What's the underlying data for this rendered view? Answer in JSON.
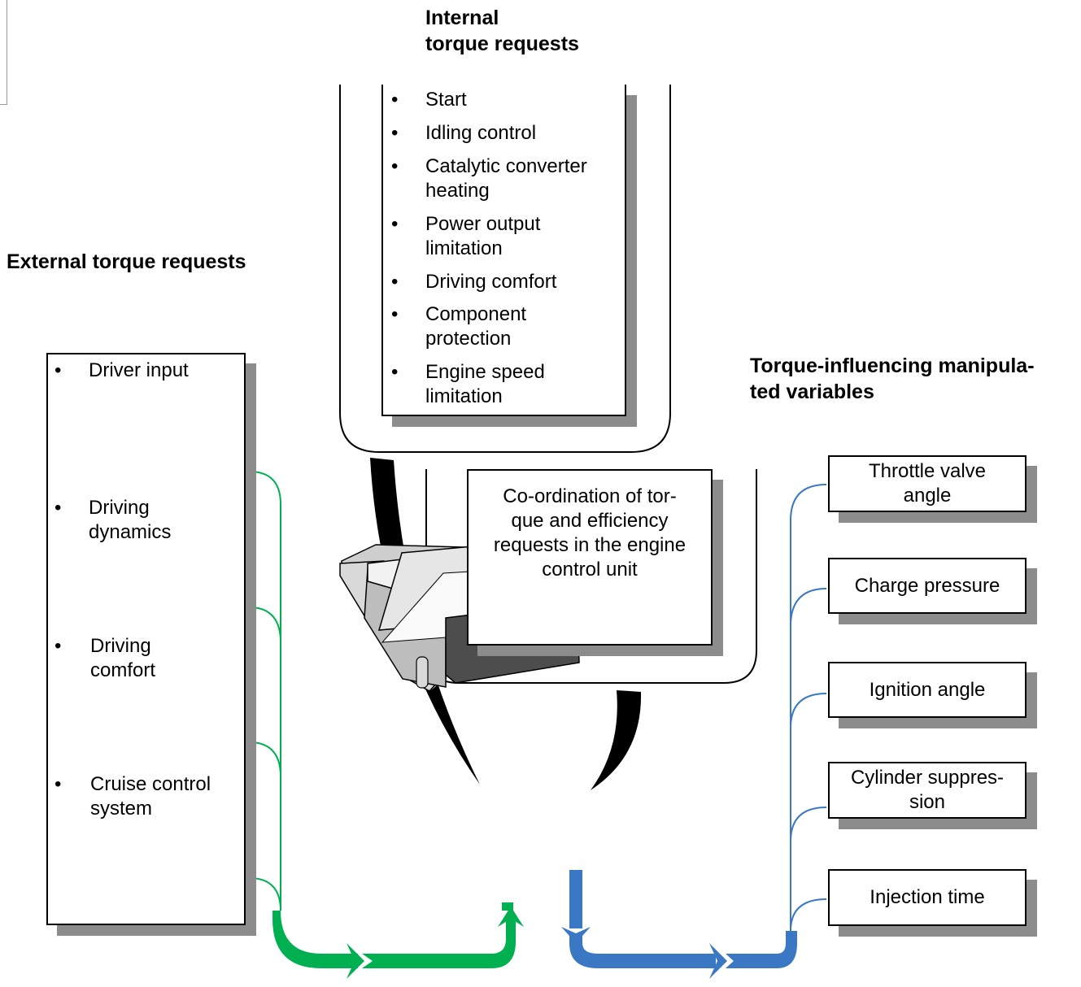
{
  "headings": {
    "internal": "Internal\ntorque requests",
    "external": "External torque requests",
    "manipulated": "Torque-influencing manipula-\nted variables"
  },
  "internal_requests": [
    "Start",
    "Idling control",
    "Catalytic converter heating",
    "Power output limitation",
    "Driving comfort",
    "Component protection",
    "Engine speed limitation"
  ],
  "external_requests": [
    "Driver input",
    "Driving dynamics",
    "Driving comfort",
    "Cruise control system"
  ],
  "bullet": "•",
  "coordination_text": "Co-ordination of tor-\nque and efficiency\nrequests in the engine\ncontrol unit",
  "manipulated_variables": [
    "Throttle valve angle",
    "Charge pressure",
    "Ignition angle",
    "Cylinder suppres-\nsion",
    "Injection time"
  ],
  "colors": {
    "input_arrow": "#00b050",
    "output_arrow": "#3a78c3",
    "shadow": "#8c8c8c",
    "ecu_body": "#d6d6d6",
    "ecu_connector": "#4d4d4d"
  }
}
